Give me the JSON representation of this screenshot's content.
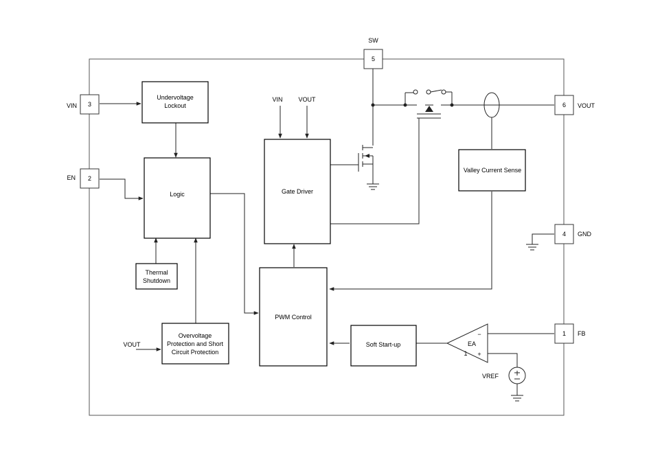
{
  "pins": {
    "sw": {
      "number": "5",
      "name": "SW"
    },
    "vin": {
      "number": "3",
      "name": "VIN"
    },
    "en": {
      "number": "2",
      "name": "EN"
    },
    "vout": {
      "number": "6",
      "name": "VOUT"
    },
    "gnd": {
      "number": "4",
      "name": "GND"
    },
    "fb": {
      "number": "1",
      "name": "FB"
    }
  },
  "blocks": {
    "undervoltage": [
      "Undervoltage",
      "Lockout"
    ],
    "logic": "Logic",
    "thermal": [
      "Thermal",
      "Shutdown"
    ],
    "ovp": [
      "Overvoltage",
      "Protection and Short",
      "Circuit Protection"
    ],
    "gate_driver": "Gate Driver",
    "pwm": "PWM Control",
    "soft_start": "Soft Start-up",
    "valley": "Valley Current Sense"
  },
  "labels": {
    "gd_vin": "VIN",
    "gd_vout": "VOUT",
    "ovp_vout": "VOUT",
    "ea": "EA",
    "ea_minus": "−",
    "ea_plus": "+",
    "ea_one": "1",
    "vref": "VREF"
  }
}
